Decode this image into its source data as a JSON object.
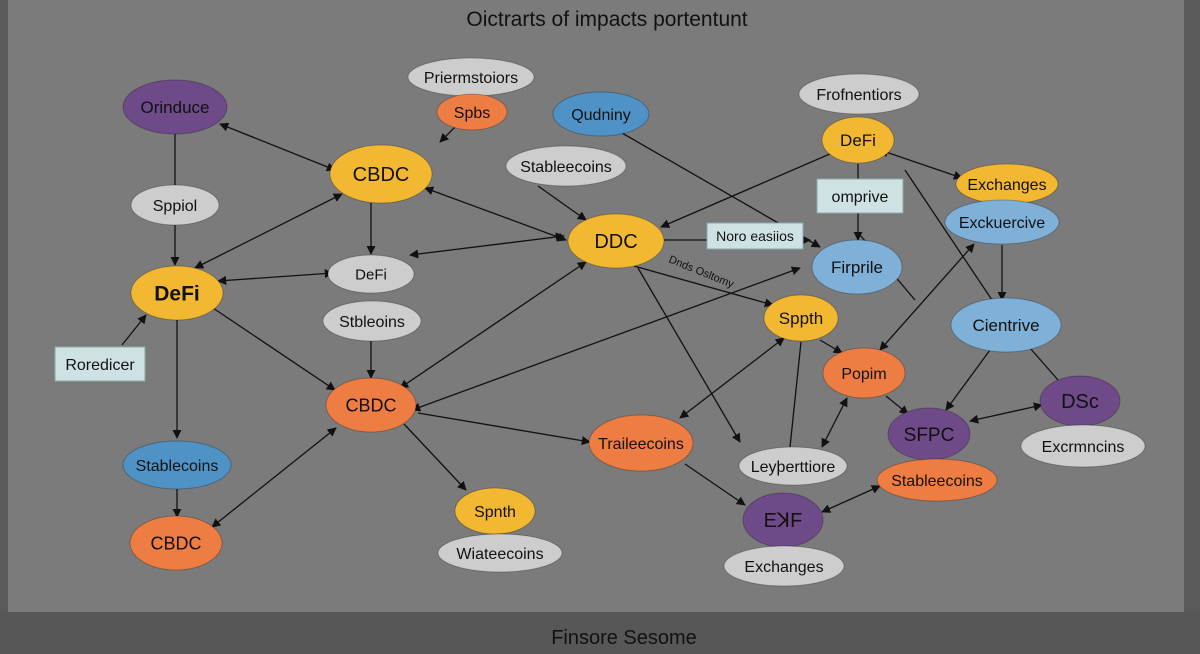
{
  "title": "Oictrarts of impacts portentunt",
  "footer": "Finsore Sesome",
  "colors": {
    "panel_bg": "#7b7b7b",
    "footer_bg": "#575757",
    "yellow": "#f3b832",
    "orange": "#ee7d44",
    "purple": "#6e4a89",
    "blue": "#4f93c6",
    "light_blue": "#7fb0d8",
    "gray": "#cdcdcd",
    "mint": "#cfe2e3"
  },
  "nodes": [
    {
      "id": "orinduce",
      "label": "Orinduce",
      "color": "purple"
    },
    {
      "id": "spiol",
      "label": "Sppiol",
      "color": "gray"
    },
    {
      "id": "defi_left",
      "label": "DeFi",
      "color": "yellow"
    },
    {
      "id": "roredicer",
      "label": "Roredicer",
      "color": "mint"
    },
    {
      "id": "stablecoins_left",
      "label": "Stablecoins",
      "color": "blue"
    },
    {
      "id": "cbdc_bottom_left",
      "label": "CBDC",
      "color": "orange"
    },
    {
      "id": "priermstoiors",
      "label": "Priermstoiors",
      "color": "gray"
    },
    {
      "id": "spbs",
      "label": "Spbs",
      "color": "orange"
    },
    {
      "id": "cbdc_top",
      "label": "CBDC",
      "color": "yellow"
    },
    {
      "id": "defi_mid",
      "label": "DeFi",
      "color": "gray"
    },
    {
      "id": "stbleoins",
      "label": "Stbleoins",
      "color": "gray"
    },
    {
      "id": "cbdc_mid",
      "label": "CBDC",
      "color": "orange"
    },
    {
      "id": "spnth",
      "label": "Spnth",
      "color": "yellow"
    },
    {
      "id": "wiateecoins",
      "label": "Wiateecoins",
      "color": "gray"
    },
    {
      "id": "qudniny",
      "label": "Qudniny",
      "color": "blue"
    },
    {
      "id": "stableecoins_mid",
      "label": "Stableecoins",
      "color": "gray"
    },
    {
      "id": "ddc",
      "label": "DDC",
      "color": "yellow"
    },
    {
      "id": "noro_easiios",
      "label": "Noro easiios",
      "color": "mint"
    },
    {
      "id": "traileecoins",
      "label": "Traileecoins",
      "color": "orange"
    },
    {
      "id": "fronfentiors",
      "label": "Frofnentiors",
      "color": "gray"
    },
    {
      "id": "defi_right",
      "label": "DeFi",
      "color": "yellow"
    },
    {
      "id": "omprive",
      "label": "omprive",
      "color": "mint"
    },
    {
      "id": "firprile",
      "label": "Firprile",
      "color": "light_blue"
    },
    {
      "id": "sppth",
      "label": "Sppth",
      "color": "yellow"
    },
    {
      "id": "popim",
      "label": "Popim",
      "color": "orange"
    },
    {
      "id": "leyberttiore",
      "label": "Leyþerttiore",
      "color": "gray"
    },
    {
      "id": "ekf",
      "label": "EꓘF",
      "color": "purple"
    },
    {
      "id": "exchanges_bottom",
      "label": "Exchanges",
      "color": "gray"
    },
    {
      "id": "exchanges_top",
      "label": "Exchanges",
      "color": "yellow"
    },
    {
      "id": "exckuercive",
      "label": "Exckuercive",
      "color": "light_blue"
    },
    {
      "id": "cientrive",
      "label": "Cientrive",
      "color": "light_blue"
    },
    {
      "id": "dsc",
      "label": "DSc",
      "color": "purple"
    },
    {
      "id": "excrmncins",
      "label": "Excrmncins",
      "color": "gray"
    },
    {
      "id": "sfpc",
      "label": "SFPC",
      "color": "purple"
    },
    {
      "id": "stableecoins_right",
      "label": "Stableecoins",
      "color": "orange"
    }
  ],
  "edge_labels": [
    {
      "id": "dnds_osltomy",
      "label": "Dnds Osltomy"
    }
  ]
}
